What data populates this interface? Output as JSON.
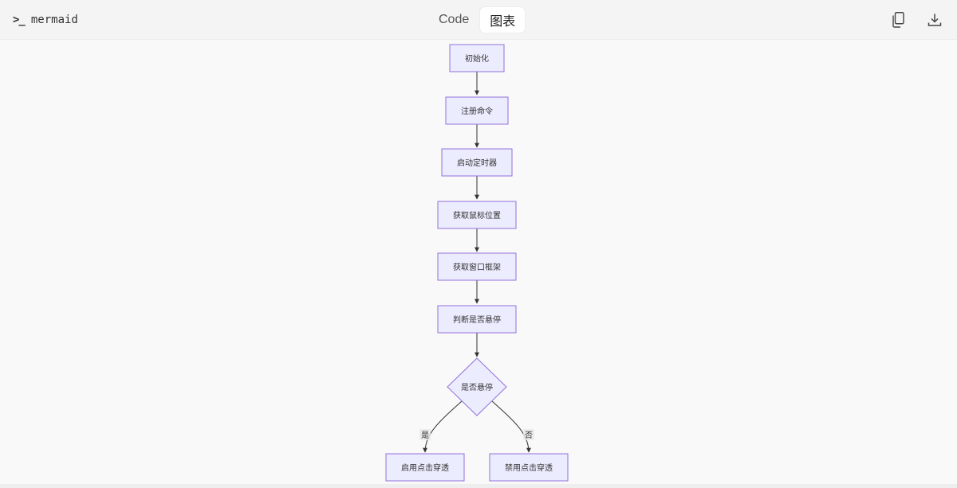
{
  "toolbar": {
    "language": "mermaid",
    "tabs": [
      {
        "label": "Code",
        "active": false
      },
      {
        "label": "图表",
        "active": true
      }
    ],
    "copy_icon": "copy-icon",
    "download_icon": "download-icon"
  },
  "diagram": {
    "nodes": {
      "init": "初始化",
      "register": "注册命令",
      "timer": "启动定时器",
      "mouse": "获取鼠标位置",
      "frame": "获取窗口框架",
      "judge": "判断是否悬停",
      "decision": "是否悬停",
      "enable": "启用点击穿透",
      "disable": "禁用点击穿透"
    },
    "edges": {
      "yes": "是",
      "no": "否"
    },
    "colors": {
      "node_fill": "#ECECFF",
      "node_stroke": "#9370DB",
      "edge": "#333333"
    }
  }
}
